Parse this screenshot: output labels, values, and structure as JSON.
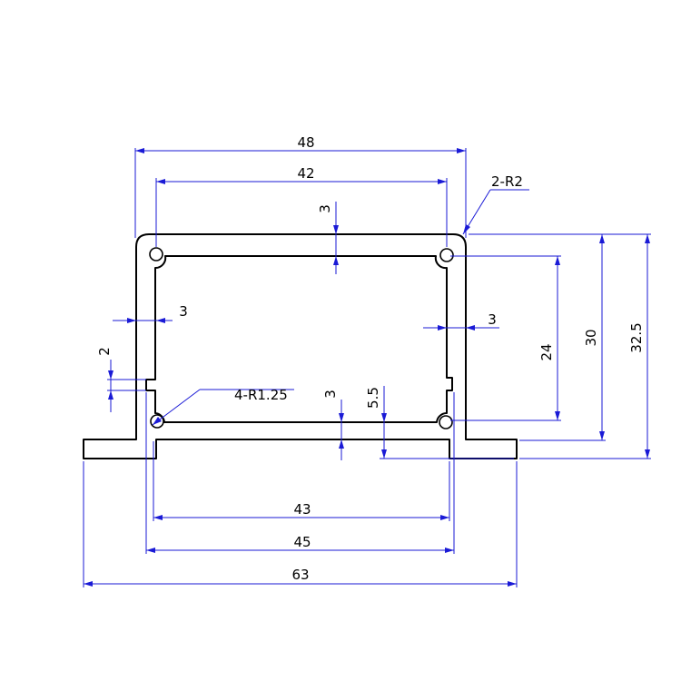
{
  "drawing": {
    "colors": {
      "outline": "#000000",
      "dimension": "#1a1ad6",
      "background": "#ffffff"
    },
    "dimensions": {
      "overall_top_width": "48",
      "inner_top_width": "42",
      "corner_radius_note": "2-R2",
      "top_wall": "3",
      "left_wall": "3",
      "right_wall": "3",
      "slot_height": "2",
      "screw_radius_note": "4-R1.25",
      "bottom_wall": "3",
      "flange_height": "5.5",
      "inner_height": "24",
      "body_height": "30",
      "overall_height": "32.5",
      "bottom_opening": "43",
      "bottom_width": "45",
      "flange_width": "63"
    }
  }
}
